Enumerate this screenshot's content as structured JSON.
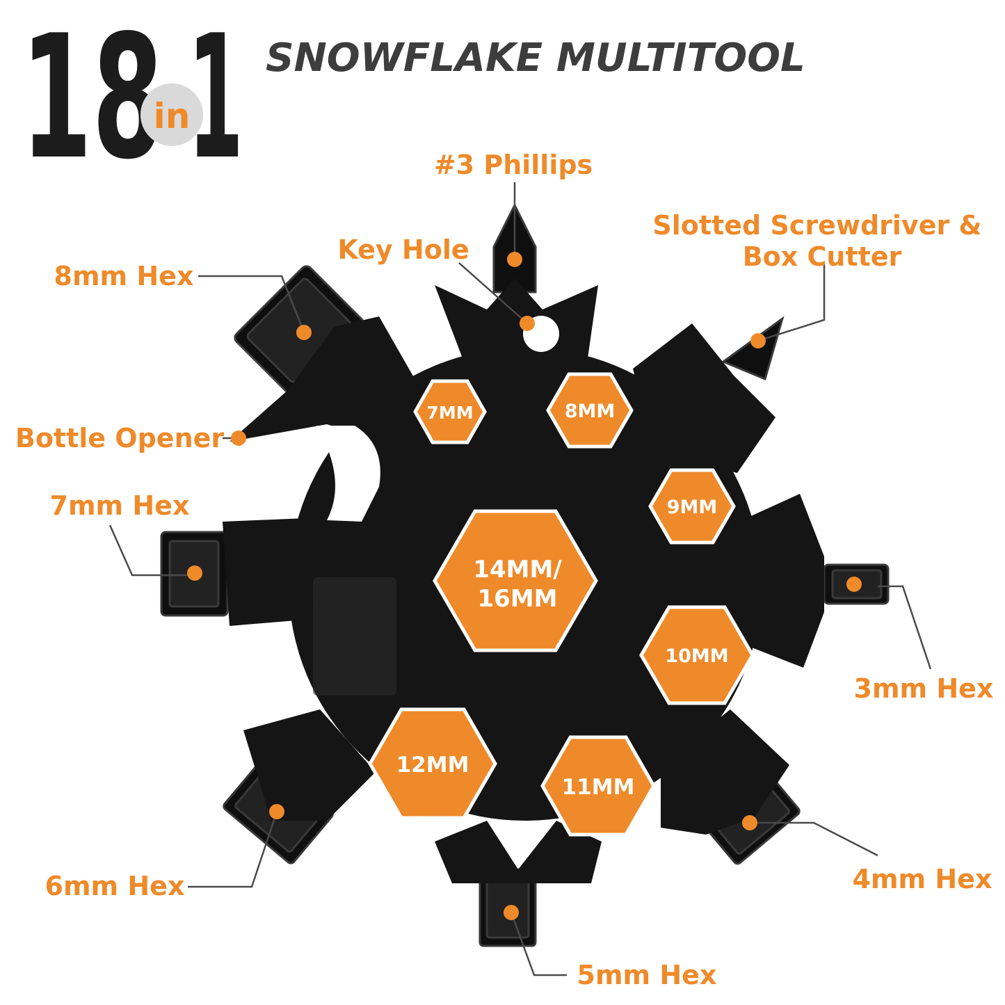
{
  "brand": {
    "count_left": "18",
    "in_word": "in",
    "count_right": "1",
    "headline": "SNOWFLAKE MULTITOOL"
  },
  "colors": {
    "accent": "#ef8a2a",
    "tool_body": "#151515",
    "tool_shade": "#2b2b2b",
    "text_dark": "#1c1c1c",
    "headline_gray": "#3d3d3d",
    "badge_gray": "#d9d9d9",
    "leader_line": "#4a4a4a"
  },
  "callouts": {
    "phillips": "#3 Phillips",
    "key_hole": "Key Hole",
    "slotted_line1": "Slotted Screwdriver &",
    "slotted_line2": "Box Cutter",
    "hex8": "8mm Hex",
    "bottle_opener": "Bottle Opener",
    "hex7": "7mm Hex",
    "hex3": "3mm Hex",
    "hex6": "6mm Hex",
    "hex4": "4mm Hex",
    "hex5": "5mm Hex"
  },
  "wrench_sizes": {
    "s7": "7MM",
    "s8": "8MM",
    "s9": "9MM",
    "s10": "10MM",
    "s11": "11MM",
    "s12": "12MM",
    "center_line1": "14MM/",
    "center_line2": "16MM"
  }
}
